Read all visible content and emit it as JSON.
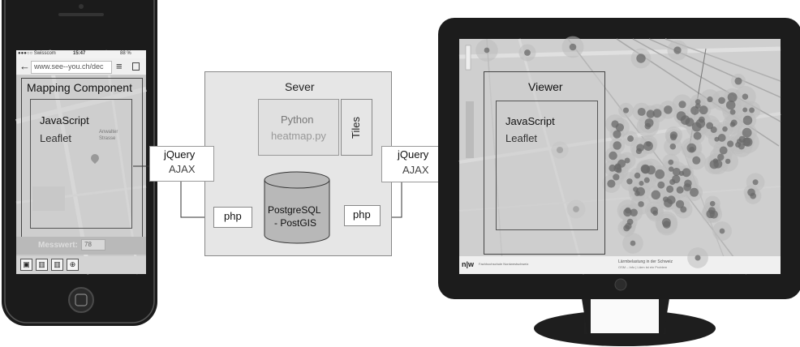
{
  "phone": {
    "carrier": "●●●○○ Swisscom",
    "time": "15:47",
    "battery": "88 %",
    "url": "www.see--you.ch/dec",
    "component_title": "Mapping Component",
    "lang": "JavaScript",
    "lib": "Leaflet",
    "map_label_1": "Anwalter",
    "map_label_2": "Strasse",
    "measure_label": "Messwert:",
    "measure_value": "78"
  },
  "server": {
    "title": "Sever",
    "python": "Python",
    "script": "heatmap.py",
    "tiles": "Tiles",
    "db_line1": "PostgreSQL",
    "db_line2": "- PostGIS",
    "php_left": "php",
    "php_right": "php"
  },
  "connectors": {
    "left_line1": "jQuery",
    "left_line2": "AJAX",
    "right_line1": "jQuery",
    "right_line2": "AJAX"
  },
  "monitor": {
    "component_title": "Viewer",
    "lang": "JavaScript",
    "lib": "Leaflet",
    "footer_left": "Fachhochschule Nordwestschweiz",
    "footer_right_1": "Lärmbelastung in der Schweiz",
    "footer_right_2": "OSM – Info | Lärm ist ein Problem"
  },
  "colors": {
    "device_body": "#1a1a1a",
    "screen_gray": "#c9c9c9",
    "server_bg": "#e6e6e6",
    "db_fill": "#b8b8b8",
    "heat_dot": "#6a6a6a"
  }
}
